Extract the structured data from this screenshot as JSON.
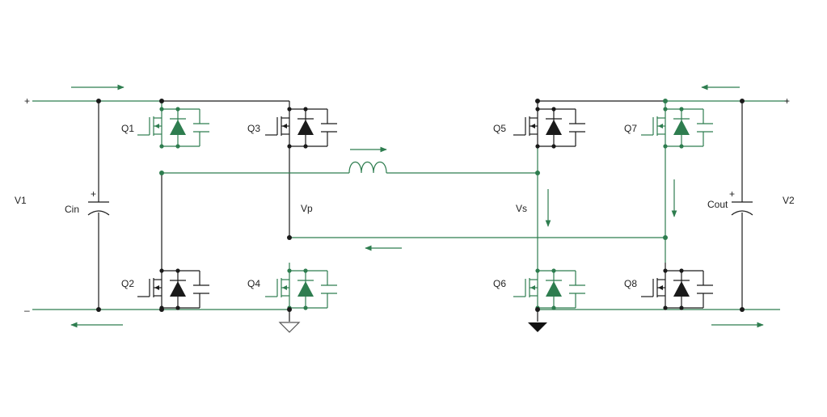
{
  "labels": {
    "v1": "V1",
    "v2": "V2",
    "cin": "Cin",
    "cout": "Cout",
    "vp": "Vp",
    "vs": "Vs",
    "plus": "+",
    "minus": "–",
    "q1": "Q1",
    "q2": "Q2",
    "q3": "Q3",
    "q4": "Q4",
    "q5": "Q5",
    "q6": "Q6",
    "q7": "Q7",
    "q8": "Q8"
  },
  "colors": {
    "active_path": "#2e7d4f",
    "inactive_path": "#1a1a1a"
  }
}
